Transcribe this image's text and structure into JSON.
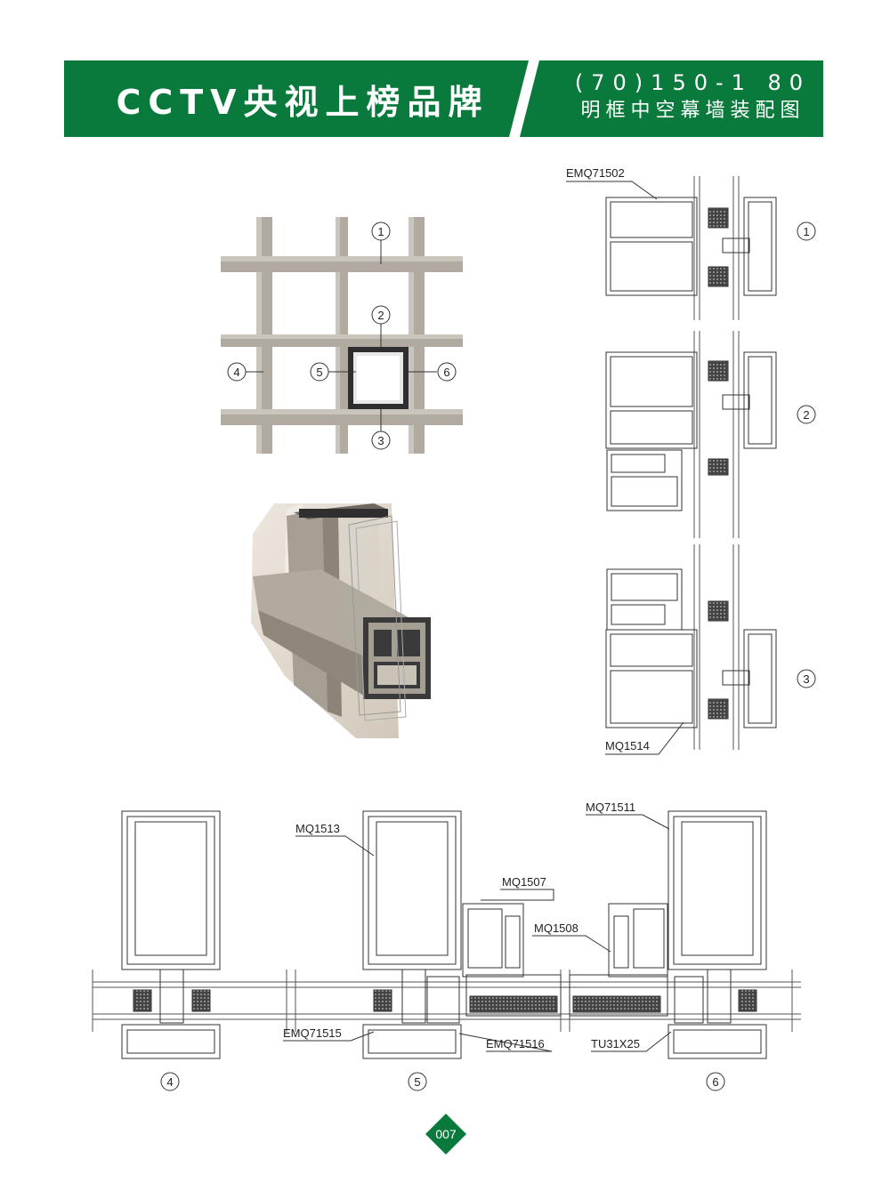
{
  "header": {
    "brand": "CCTV央视上榜品牌",
    "model": "(70)150-1 80",
    "subtitle": "明框中空幕墙装配图",
    "color": "#0a7a3c"
  },
  "grid_callouts": [
    "1",
    "2",
    "3",
    "4",
    "5",
    "6"
  ],
  "section_callouts": [
    "1",
    "2",
    "3"
  ],
  "bottom_callouts": [
    "4",
    "5",
    "6"
  ],
  "part_labels": {
    "top_right_top": "EMQ71502",
    "top_right_bottom": "MQ1514",
    "bottom_mid_mullion": "MQ1513",
    "bottom_transom_left": "MQ1507",
    "bottom_right_mullion": "MQ71511",
    "bottom_transom_right": "MQ1508",
    "bottom_left_cap": "EMQ71515",
    "bottom_mid_cap": "EMQ71516",
    "bottom_right_tube": "TU31X25"
  },
  "page_number": "007"
}
